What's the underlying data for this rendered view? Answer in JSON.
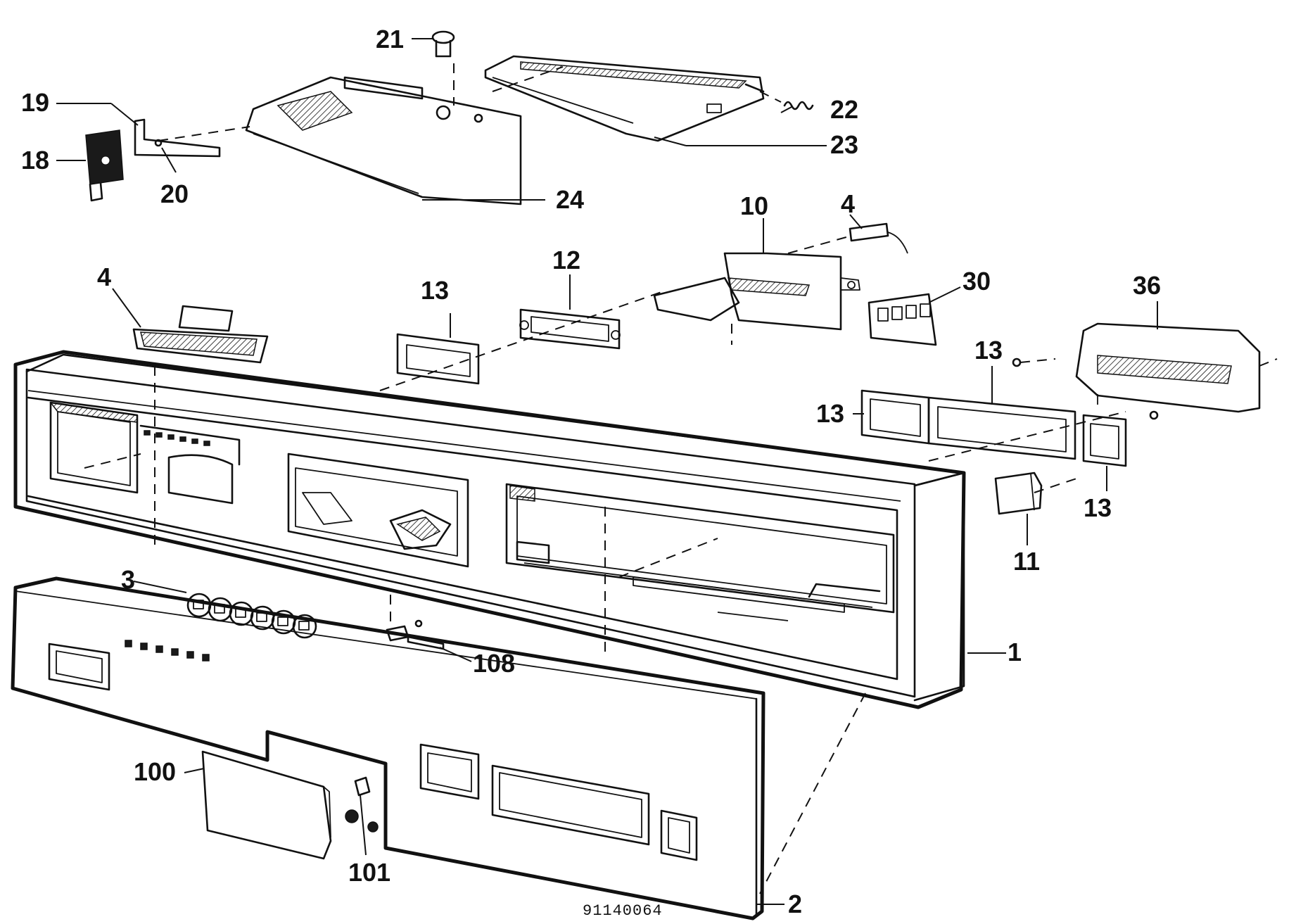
{
  "diagram": {
    "callouts": {
      "c1": "1",
      "c2": "2",
      "c3": "3",
      "c4a": "4",
      "c4b": "4",
      "c10": "10",
      "c11": "11",
      "c12": "12",
      "c13a": "13",
      "c13b": "13",
      "c13c": "13",
      "c13d": "13",
      "c18": "18",
      "c19": "19",
      "c20": "20",
      "c21": "21",
      "c22": "22",
      "c23": "23",
      "c24": "24",
      "c30": "30",
      "c36": "36",
      "c100": "100",
      "c101": "101",
      "c108": "108"
    },
    "drawing_number": "91140064"
  }
}
